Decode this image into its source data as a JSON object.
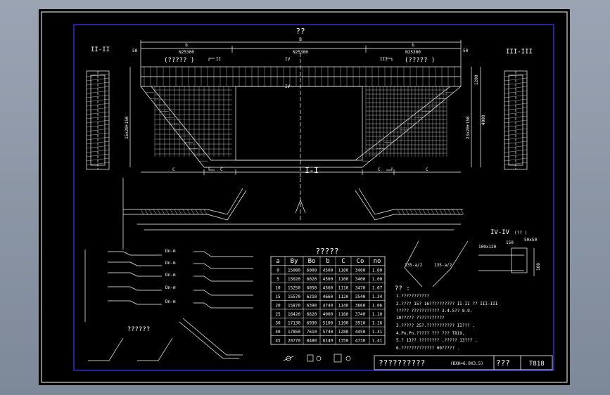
{
  "colors": {
    "background": "#000000",
    "sheet_frame": "#ffffff",
    "drawing_border": "#3b3bff",
    "lines": "#ffffff",
    "accent": "#ffff66",
    "window_bg": "#8d98a8"
  },
  "main_title": "??",
  "plan": {
    "left_caption": "(?????  )",
    "right_caption": "(?????  )",
    "dim_overall": "B",
    "dim_left": "b",
    "dim_right": "b",
    "spacing_left": "N25300",
    "spacing_mid": "N25300",
    "spacing_right": "N25300",
    "edge_left": "50",
    "edge_right": "50",
    "cut_ii": "II",
    "cut_iii": "III",
    "cut_iv": "IV",
    "cut_iv_lower": "IV",
    "bottom_left": "C",
    "bottom_mid_l": "C",
    "bottom_mid_r": "C",
    "bottom_right": "C",
    "left_height": "15x20+150",
    "right_height": "23x20+150",
    "right_height2": "4000",
    "right_top": "1200",
    "section_center": "I-I"
  },
  "left_section_label": "II-II",
  "right_section_label": "III-III",
  "iv_section": {
    "label": "IV-IV",
    "note": "(?? )",
    "dims": [
      "100x120",
      "150",
      "50x50",
      "160"
    ]
  },
  "bend_angles": [
    "135-a/2",
    "135-a/2"
  ],
  "table": {
    "title": "?????",
    "headers": [
      "a",
      "By",
      "Bo",
      "b",
      "C",
      "Co",
      "no"
    ],
    "rows": [
      [
        "0",
        "15000",
        "6000",
        "4500",
        "1100",
        "3400",
        "1.00"
      ],
      [
        "5",
        "15020",
        "6020",
        "4500",
        "1100",
        "3400",
        "1.00"
      ],
      [
        "10",
        "15250",
        "6050",
        "4560",
        "1110",
        "3470",
        "1.07"
      ],
      [
        "15",
        "15570",
        "6210",
        "4660",
        "1120",
        "3540",
        "1.34"
      ],
      [
        "20",
        "15870",
        "6390",
        "4740",
        "1140",
        "3660",
        "1.06"
      ],
      [
        "25",
        "16420",
        "6620",
        "4900",
        "1160",
        "3740",
        "1.10"
      ],
      [
        "30",
        "17130",
        "6930",
        "5100",
        "1190",
        "3910",
        "1.16"
      ],
      [
        "40",
        "17850",
        "7610",
        "5740",
        "1280",
        "4450",
        "1.31"
      ],
      [
        "45",
        "20770",
        "8480",
        "6140",
        "1350",
        "4730",
        "1.41"
      ]
    ]
  },
  "notes": {
    "heading": "?? :",
    "lines": [
      "1.???????????",
      "2.????  15? 16??????????   II-II ??  III-III",
      "   ?????  ???????????       3.4.5??  8.9.",
      "   10?????  ???????????",
      "3.?????     25?.???????????      II???  .",
      "4.Pn.Pn.?????    ???  ???  T819.",
      "5.? 13??  ????????    .?????  13???  .",
      "6.?????????????      00?????  ."
    ]
  },
  "bottom_left_label": "??????",
  "bar_labels": [
    "Dn-m",
    "Dn-m",
    "Dn-m",
    "Dn-m",
    "Dn-m"
  ],
  "title_block": {
    "name": "??????????",
    "spec": "(BXH=6.0X3.5)",
    "sheet_label": "???",
    "number": "T818"
  }
}
